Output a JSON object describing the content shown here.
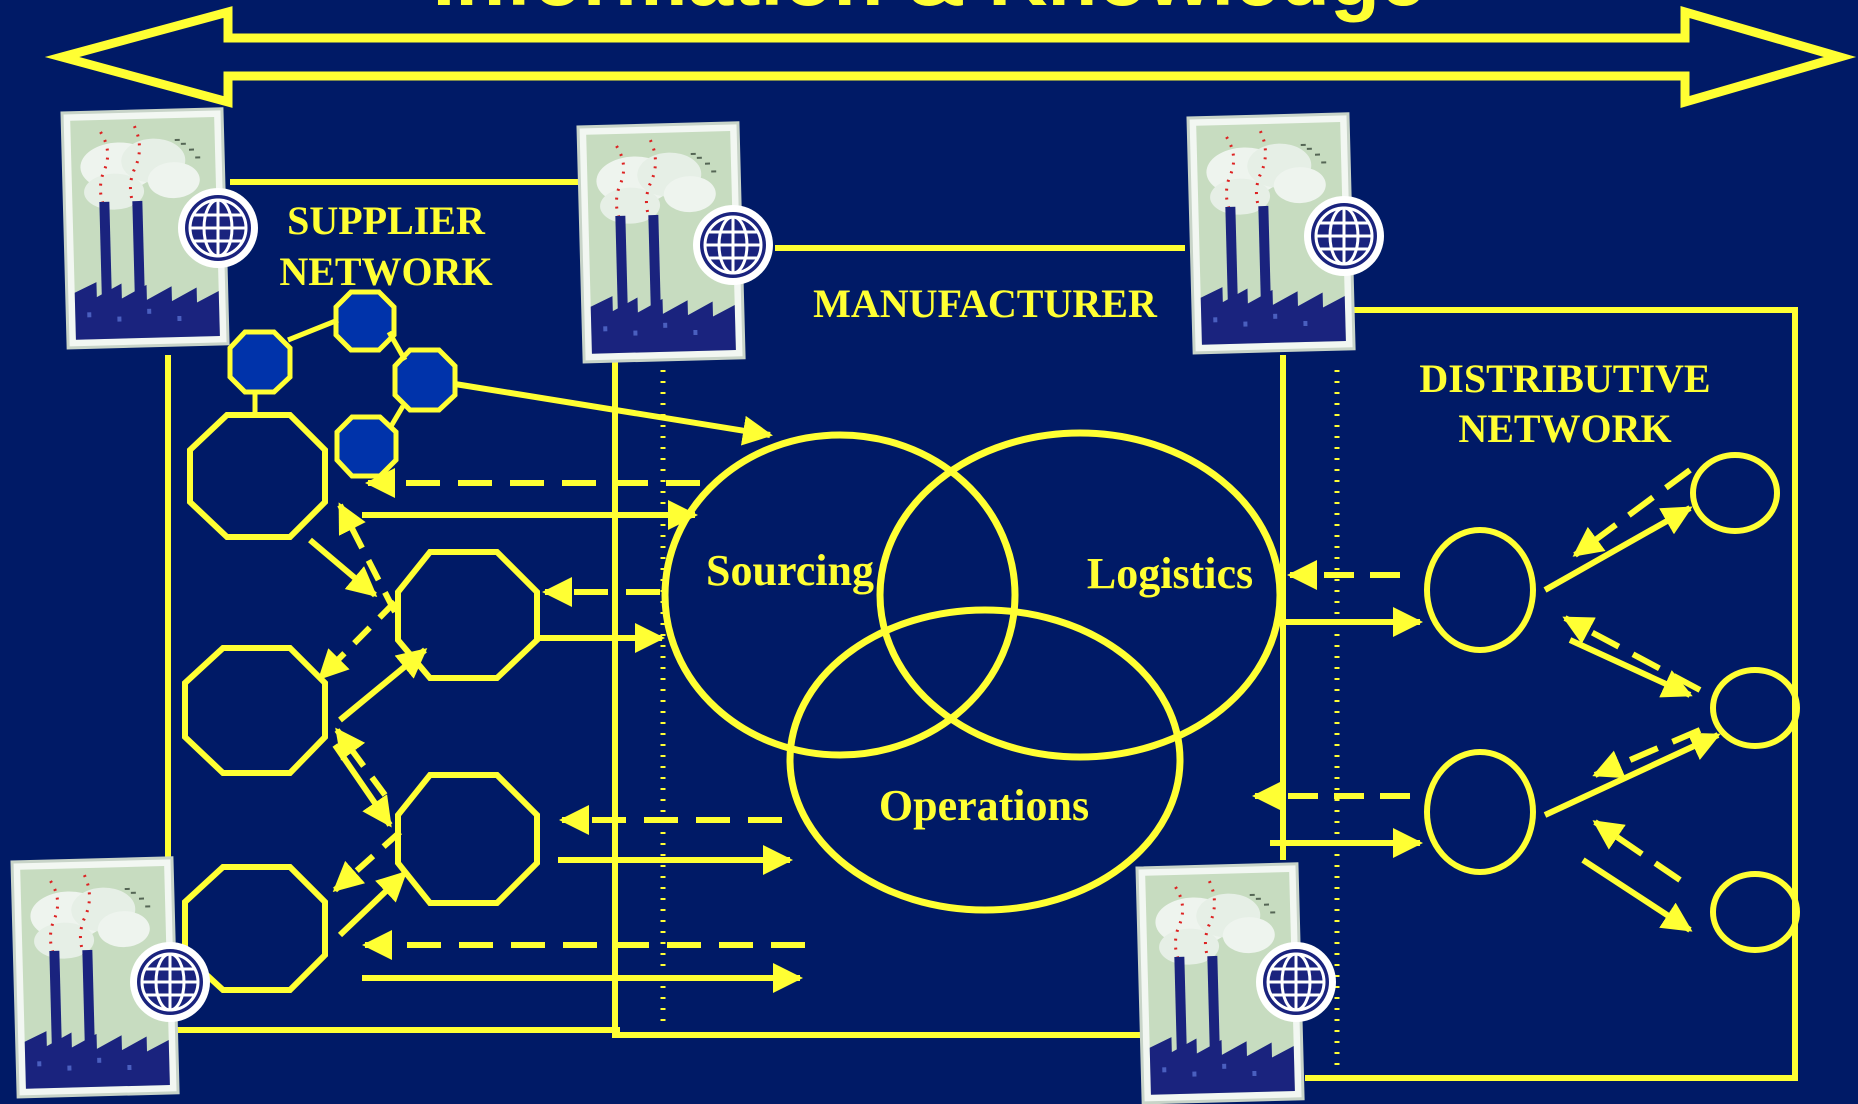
{
  "banner": {
    "title": "Information & Knowledge"
  },
  "labels": {
    "supplier_line1": "SUPPLIER",
    "supplier_line2": "NETWORK",
    "manufacturer": "MANUFACTURER",
    "distributive_line1": "DISTRIBUTIVE",
    "distributive_line2": "NETWORK"
  },
  "venn": {
    "sourcing": "Sourcing",
    "logistics": "Logistics",
    "operations": "Operations"
  },
  "icons": [
    "factory-icon",
    "globe-icon"
  ],
  "colors": {
    "background": "#001a66",
    "line": "#ffff33",
    "node_fill": "#0033aa"
  }
}
